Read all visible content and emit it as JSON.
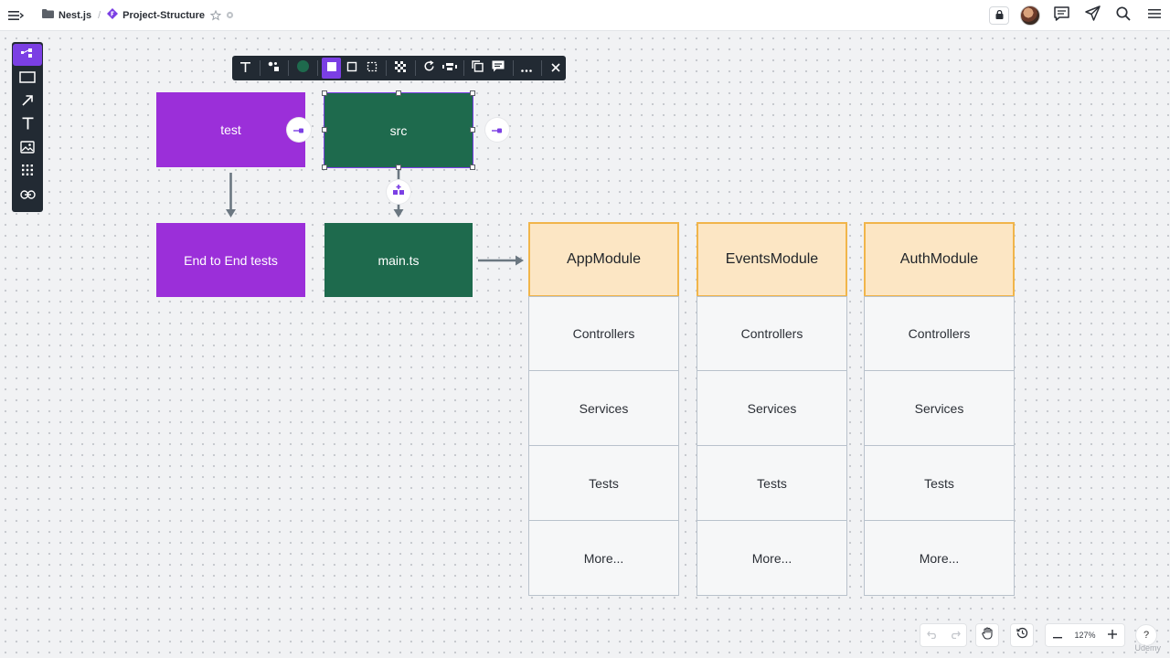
{
  "topbar": {
    "breadcrumb_folder": "Nest.js",
    "breadcrumb_sep": "/",
    "breadcrumb_board": "Project-Structure"
  },
  "nodes": {
    "test": "test",
    "src": "src",
    "e2e": "End to End tests",
    "main": "main.ts"
  },
  "modules": [
    {
      "name": "AppModule",
      "cells": [
        "Controllers",
        "Services",
        "Tests",
        "More..."
      ]
    },
    {
      "name": "EventsModule",
      "cells": [
        "Controllers",
        "Services",
        "Tests",
        "More..."
      ]
    },
    {
      "name": "AuthModule",
      "cells": [
        "Controllers",
        "Services",
        "Tests",
        "More..."
      ]
    }
  ],
  "zoom": {
    "level": "127%"
  },
  "help": {
    "label": "?"
  },
  "watermark": "Udemy",
  "colors": {
    "accent": "#7b3fe4",
    "purple_node": "#9b2fd9",
    "green_node": "#1e6a4d",
    "module_header": "#fce6c4",
    "module_header_border": "#f1b54a"
  }
}
